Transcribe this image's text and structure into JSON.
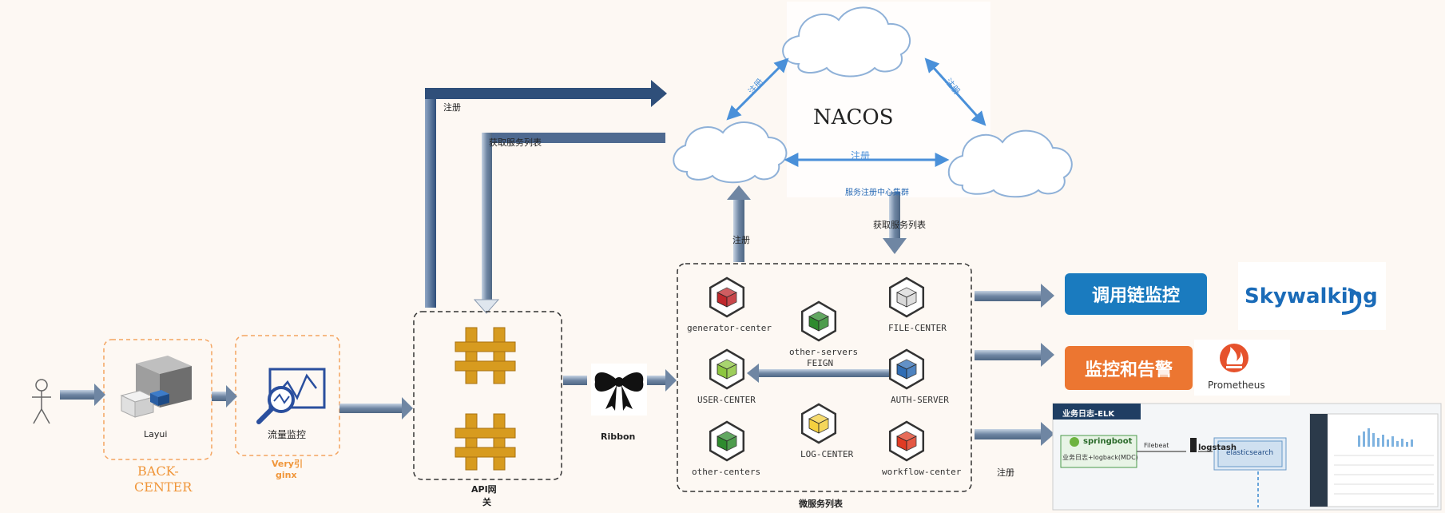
{
  "nacos": {
    "title": "NACOS",
    "inner_label": "注册",
    "subtitle": "服务注册中心集群",
    "left_arrow_label": "注册",
    "right_arrow_label": "注册"
  },
  "gateway_flow": {
    "register_label": "注册",
    "fetch_label": "获取服务列表"
  },
  "services_flow": {
    "register_label": "注册",
    "fetch_label": "获取服务列表"
  },
  "user": {
    "icon": "person-icon"
  },
  "back_center": {
    "app_label": "Layui",
    "title_line1": "BACK-",
    "title_line2": "CENTER"
  },
  "nginx": {
    "app_label": "流量监控",
    "title_line1": "Very引",
    "title_line2": "ginx"
  },
  "api_gateway": {
    "title_line1": "API网",
    "title_line2": "关"
  },
  "ribbon": {
    "label": "Ribbon"
  },
  "microservices": {
    "title": "微服务列表",
    "services": [
      {
        "name": "generator-center",
        "color": "#c0282d"
      },
      {
        "name": "other-servers",
        "color": "#2e8b2e"
      },
      {
        "name": "FILE-CENTER",
        "color": "#d9d9d9"
      },
      {
        "name": "USER-CENTER",
        "color": "#8cc63f"
      },
      {
        "name": "AUTH-SERVER",
        "color": "#2f6db5"
      },
      {
        "name": "LOG-CENTER",
        "color": "#f4d03f"
      },
      {
        "name": "other-centers",
        "color": "#2e8b2e"
      },
      {
        "name": "workflow-center",
        "color": "#e03b24"
      }
    ],
    "feign_label": "FEIGN"
  },
  "monitoring": {
    "trace": {
      "label": "调用链监控",
      "brand": "Skywalking",
      "color": "#1a7bbf"
    },
    "alert": {
      "label": "监控和告警",
      "brand": "Prometheus",
      "color": "#ec7631"
    },
    "elk": {
      "header": "业务日志-ELK",
      "springboot": "springboot",
      "springboot_sub": "业务日志+logback(MDC)",
      "filebeat": "Filebeat",
      "logstash": "logstash",
      "elasticsearch": "elasticsearch",
      "note": "注册"
    }
  }
}
